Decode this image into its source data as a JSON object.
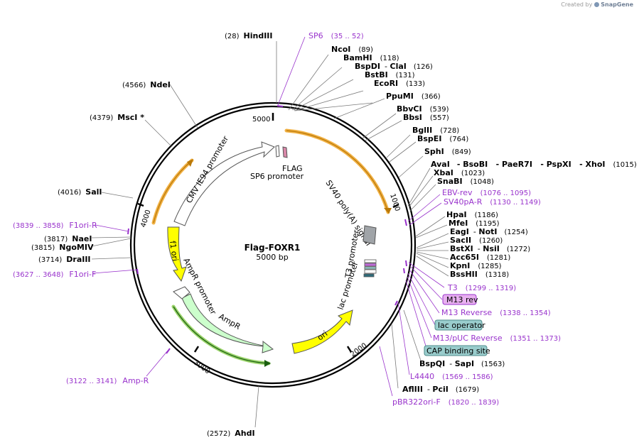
{
  "credit": {
    "prefix": "Created by",
    "brand": "SnapGene"
  },
  "plasmid": {
    "name": "Flag-FOXR1",
    "size_label": "5000 bp"
  },
  "ticks": [
    "1000",
    "2000",
    "3000",
    "4000",
    "5000"
  ],
  "features": {
    "sv40_polya": "SV40 poly(A) signal",
    "t3_promoter": "T3 promoter",
    "lac_promoter": "lac promoter",
    "ori": "ori",
    "ampr": "AmpR",
    "ampr_promoter": "AmpR promoter",
    "f1_ori": "f1 ori",
    "cmv": "CMV IE94 promoter",
    "flag": "FLAG",
    "sp6_promoter": "SP6 promoter"
  },
  "sites": {
    "hindiii": {
      "name": "HindIII",
      "pos": "(28)"
    },
    "ncoi": {
      "name": "NcoI",
      "pos": "(89)"
    },
    "bamhi": {
      "name": "BamHI",
      "pos": "(118)"
    },
    "bspdi": {
      "name": "BspDI",
      "sep": "- ",
      "name2": "ClaI",
      "pos": "(126)"
    },
    "bstbi": {
      "name": "BstBI",
      "pos": "(131)"
    },
    "ecori": {
      "name": "EcoRI",
      "pos": "(133)"
    },
    "ppumi": {
      "name": "PpuMI",
      "pos": "(366)"
    },
    "bbvci": {
      "name": "BbvCI",
      "pos": "(539)"
    },
    "bbsi": {
      "name": "BbsI",
      "pos": "(557)"
    },
    "bglii": {
      "name": "BglII",
      "pos": "(728)"
    },
    "bspei": {
      "name": "BspEI",
      "pos": "(764)"
    },
    "sphi": {
      "name": "SphI",
      "pos": "(849)"
    },
    "avai": {
      "name": "AvaI",
      "rest": "- BsoBI   - PaeR7I   - PspXI   - XhoI",
      "pos": "(1015)"
    },
    "xbai": {
      "name": "XbaI",
      "pos": "(1023)"
    },
    "snabi": {
      "name": "SnaBI",
      "pos": "(1048)"
    },
    "hpai": {
      "name": "HpaI",
      "pos": "(1186)"
    },
    "mfei": {
      "name": "MfeI",
      "pos": "(1195)"
    },
    "eagi": {
      "name": "EagI",
      "sep": "- ",
      "name2": "NotI",
      "pos": "(1254)"
    },
    "sacii": {
      "name": "SacII",
      "pos": "(1260)"
    },
    "bstxi": {
      "name": "BstXI",
      "sep": "- ",
      "name2": "NsiI",
      "pos": "(1272)"
    },
    "acc65i": {
      "name": "Acc65I",
      "pos": "(1281)"
    },
    "kpni": {
      "name": "KpnI",
      "pos": "(1285)"
    },
    "bsshii": {
      "name": "BssHII",
      "pos": "(1318)"
    },
    "bspqi": {
      "name": "BspQI",
      "sep": "- ",
      "name2": "SapI",
      "pos": "(1563)"
    },
    "afliii": {
      "name": "AflIII",
      "sep": "- ",
      "name2": "PciI",
      "pos": "(1679)"
    },
    "ahdi": {
      "name": "AhdI",
      "pos": "(2572)"
    },
    "ndei": {
      "name": "NdeI",
      "pos": "(4566)"
    },
    "msci": {
      "name": "MscI *",
      "pos": "(4379)"
    },
    "sali": {
      "name": "SalI",
      "pos": "(4016)"
    },
    "naei": {
      "name": "NaeI",
      "pos": "(3817)"
    },
    "ngomiv": {
      "name": "NgoMIV",
      "pos": "(3815)"
    },
    "draiii": {
      "name": "DraIII",
      "pos": "(3714)"
    }
  },
  "primers": {
    "sp6": {
      "name": "SP6",
      "range": "(35 .. 52)"
    },
    "ebv_rev": {
      "name": "EBV-rev",
      "range": "(1076 .. 1095)"
    },
    "sv40pa_r": {
      "name": "SV40pA-R",
      "range": "(1130 .. 1149)"
    },
    "t3": {
      "name": "T3",
      "range": "(1299 .. 1319)"
    },
    "m13_rev_box": {
      "name": "M13 rev"
    },
    "m13_reverse": {
      "name": "M13 Reverse",
      "range": "(1338 .. 1354)"
    },
    "lac_operator": {
      "name": "lac operator"
    },
    "m13_puc_reverse": {
      "name": "M13/pUC Reverse",
      "range": "(1351 .. 1373)"
    },
    "cap_site": {
      "name": "CAP binding site"
    },
    "l4440": {
      "name": "L4440",
      "range": "(1569 .. 1586)"
    },
    "pbr322ori_f": {
      "name": "pBR322ori-F",
      "range": "(1820 .. 1839)"
    },
    "amp_r": {
      "name": "Amp-R",
      "range": "(3122 .. 3141)"
    },
    "f1ori_r": {
      "name": "F1ori-R",
      "range": "(3839 .. 3858)"
    },
    "f1ori_f": {
      "name": "F1ori-F",
      "range": "(3627 .. 3648)"
    }
  },
  "colors": {
    "backbone": "#000000",
    "primer": "#9933cc",
    "ampr_fill": "#ccffcc",
    "ori_fill": "#ffff00",
    "promoter_fill": "#ffffff",
    "highlight_orange": "#f0a830",
    "polya_fill": "#a0a4a8",
    "m13_box": "#e8b0f0",
    "lac_box": "#99cccc",
    "cap_box": "#99cccc"
  }
}
